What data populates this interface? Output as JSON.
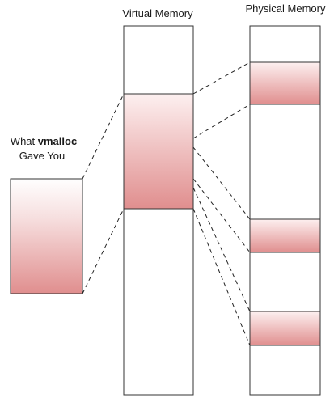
{
  "labels": {
    "virtual_memory": "Virtual Memory",
    "physical_memory": "Physical Memory",
    "what": "What",
    "vmalloc": "vmalloc",
    "gave_you": "Gave You"
  },
  "colors": {
    "region_light": "#fdf0f0",
    "region_dark": "#e08e8e",
    "border": "#333333",
    "connector": "#222222",
    "background": "#ffffff"
  }
}
